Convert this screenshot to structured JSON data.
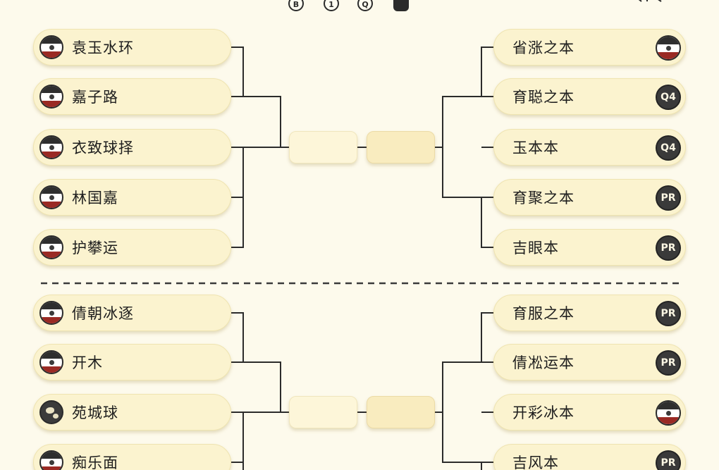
{
  "header_icons": [
    {
      "label": "B",
      "icon": "b-circle-icon"
    },
    {
      "label": "1",
      "icon": "one-circle-icon"
    },
    {
      "label": "Q",
      "icon": "q-circle-icon"
    },
    {
      "label": "",
      "icon": "filled-square-icon"
    }
  ],
  "top_bracket": {
    "left": [
      {
        "name": "袁玉水环",
        "badge": "flag"
      },
      {
        "name": "嘉子路",
        "badge": "flag"
      },
      {
        "name": "衣致球择",
        "badge": "flag"
      },
      {
        "name": "林国嘉",
        "badge": "flag"
      },
      {
        "name": "护攀运",
        "badge": "flag"
      }
    ],
    "right": [
      {
        "name": "省涨之本",
        "badge": "flag"
      },
      {
        "name": "育聪之本",
        "badge": "Q4"
      },
      {
        "name": "玉本本",
        "badge": "Q4"
      },
      {
        "name": "育聚之本",
        "badge": "PR"
      },
      {
        "name": "吉眼本",
        "badge": "PR"
      }
    ]
  },
  "bottom_bracket": {
    "left": [
      {
        "name": "倩朝冰逐",
        "badge": "flag"
      },
      {
        "name": "开木",
        "badge": "flag"
      },
      {
        "name": "苑城球",
        "badge": "globe"
      },
      {
        "name": "痴乐面",
        "badge": "flag"
      }
    ],
    "right": [
      {
        "name": "育服之本",
        "badge": "PR"
      },
      {
        "name": "倩凇运本",
        "badge": "PR"
      },
      {
        "name": "开彩冰本",
        "badge": "flag"
      },
      {
        "name": "吉风本",
        "badge": "PR"
      }
    ]
  },
  "colors": {
    "background": "#fdfaec",
    "pill_fill": "#fbf3cf",
    "line": "#2b2b2b",
    "badge_dark": "#3a3a3a",
    "flag_red": "#9a2a24"
  }
}
